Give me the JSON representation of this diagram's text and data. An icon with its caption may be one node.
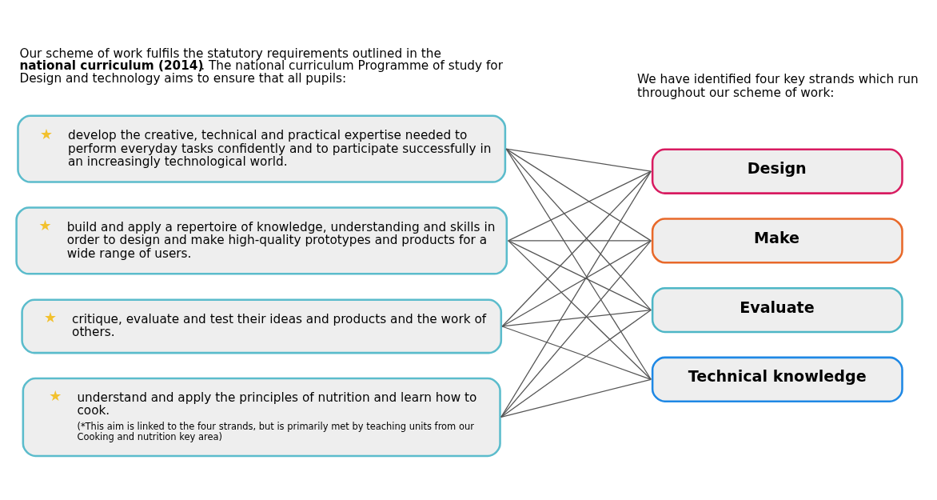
{
  "diagram": {
    "nodes": [
      {
        "text": [
          "★",
          "develop the creative, technical and practical expertise needed to perform everyday tasks confidently and to participate successfully in an increasingly technological world."
        ]
      },
      {
        "text": [
          "★",
          "build and apply a repertoire of knowledge, understanding and skills in order to design and make high-quality prototypes and products for a wide range of users."
        ]
      },
      {
        "text": [
          "★",
          "critique, evaluate and test their ideas and products and the work of others."
        ]
      },
      {
        "text": [
          "★",
          "understand and apply the principles of nutrition and learn how to cook.",
          "(*This aim is linked to the four strands, but is primarily met by teaching units from our Cooking and nutrition key area)"
        ]
      },
      {
        "text": [
          "Design"
        ]
      },
      {
        "text": [
          "Make"
        ]
      },
      {
        "text": [
          "Evaluate"
        ]
      },
      {
        "text": [
          "Technical knowledge"
        ]
      }
    ],
    "edges": [
      {
        "from": 0,
        "to": 4,
        "arrow": "none"
      },
      {
        "from": 0,
        "to": 5,
        "arrow": "none"
      },
      {
        "from": 0,
        "to": 6,
        "arrow": "none"
      },
      {
        "from": 0,
        "to": 7,
        "arrow": "none"
      },
      {
        "from": 1,
        "to": 4,
        "arrow": "none"
      },
      {
        "from": 1,
        "to": 5,
        "arrow": "none"
      },
      {
        "from": 1,
        "to": 6,
        "arrow": "none"
      },
      {
        "from": 1,
        "to": 7,
        "arrow": "none"
      },
      {
        "from": 2,
        "to": 4,
        "arrow": "none"
      },
      {
        "from": 2,
        "to": 5,
        "arrow": "none"
      },
      {
        "from": 2,
        "to": 6,
        "arrow": "none"
      },
      {
        "from": 2,
        "to": 7,
        "arrow": "none"
      },
      {
        "from": 3,
        "to": 4,
        "arrow": "none"
      },
      {
        "from": 3,
        "to": 5,
        "arrow": "none"
      },
      {
        "from": 3,
        "to": 6,
        "arrow": "none"
      },
      {
        "from": 3,
        "to": 7,
        "arrow": "none"
      }
    ],
    "labels": [
      "Our scheme of work fulfils the statutory requirements outlined in the **national curriculum (2014)**. The national curriculum Programme of study for Design and technology aims to ensure that all pupils:",
      "We have identified four key strands which run throughout our scheme of work:"
    ]
  }
}
